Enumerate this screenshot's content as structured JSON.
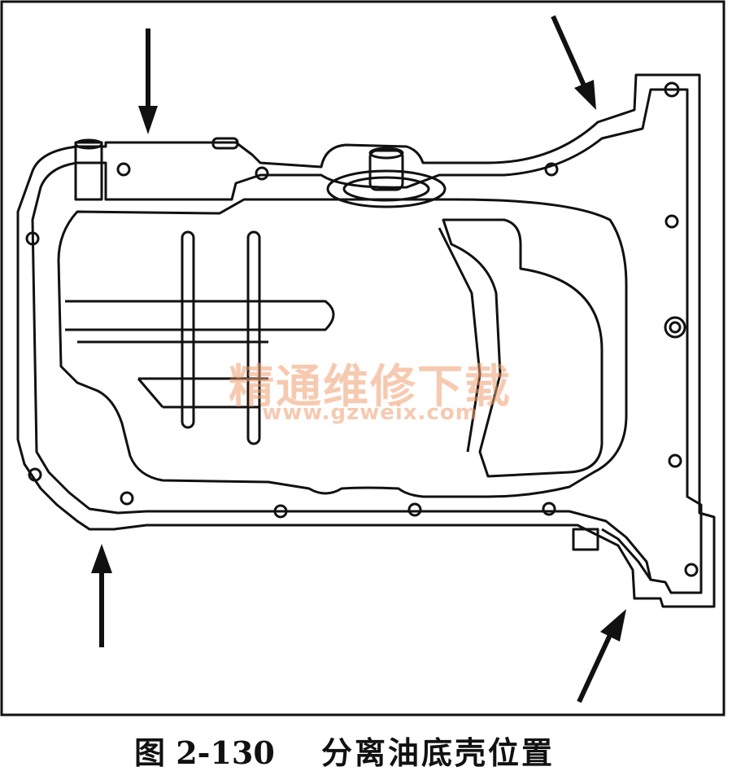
{
  "watermark": {
    "name": "精通维修下载",
    "url": "www.gzweix.com"
  },
  "caption": {
    "figure_number": "图 2-130",
    "title": "分离油底壳位置"
  },
  "colors": {
    "line": "#111111",
    "watermark": "#f0a070",
    "background": "#ffffff"
  }
}
